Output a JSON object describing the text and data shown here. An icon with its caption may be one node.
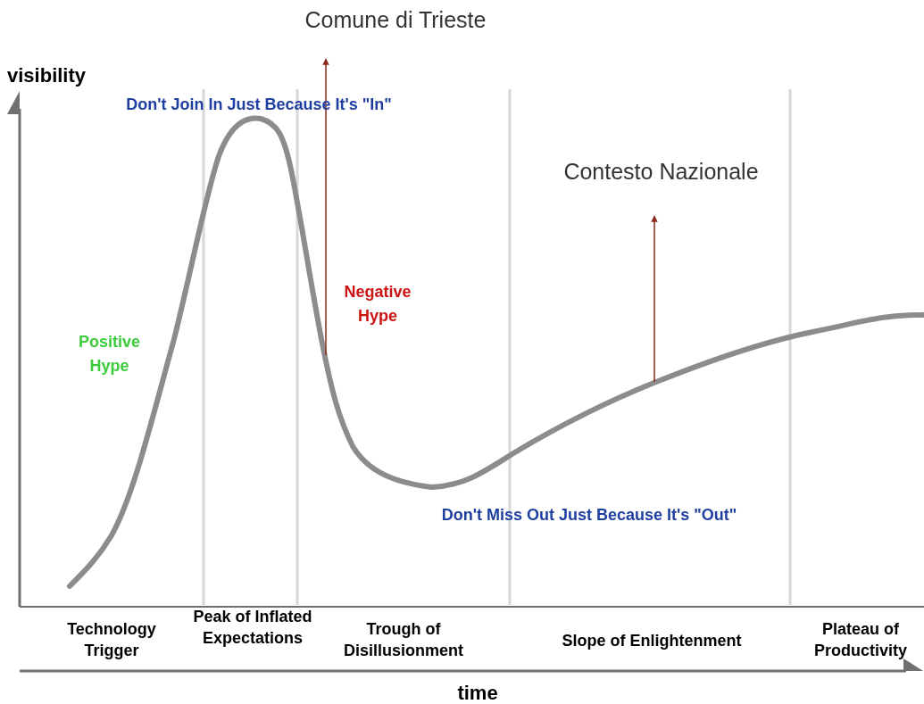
{
  "diagram": {
    "nodes": [
      {
        "text": [
          "Comune di Trieste"
        ]
      },
      {
        "text": [
          "Contesto Nazionale"
        ]
      }
    ],
    "edges": [
      {
        "from": null,
        "to": 0,
        "arrow": "to"
      },
      {
        "from": null,
        "to": 1,
        "arrow": "to"
      }
    ],
    "labels": [
      "visibility",
      "Don't Join In Just Because It's \"In\"",
      "Positive Hype",
      "Negative Hype",
      "Don't Miss Out Just Because It's \"Out\"",
      "Technology Trigger",
      "Peak of Inflated Expectations",
      "Trough of Disillusionment",
      "Slope of Enlightenment",
      "Plateau of Productivity",
      "time"
    ]
  }
}
